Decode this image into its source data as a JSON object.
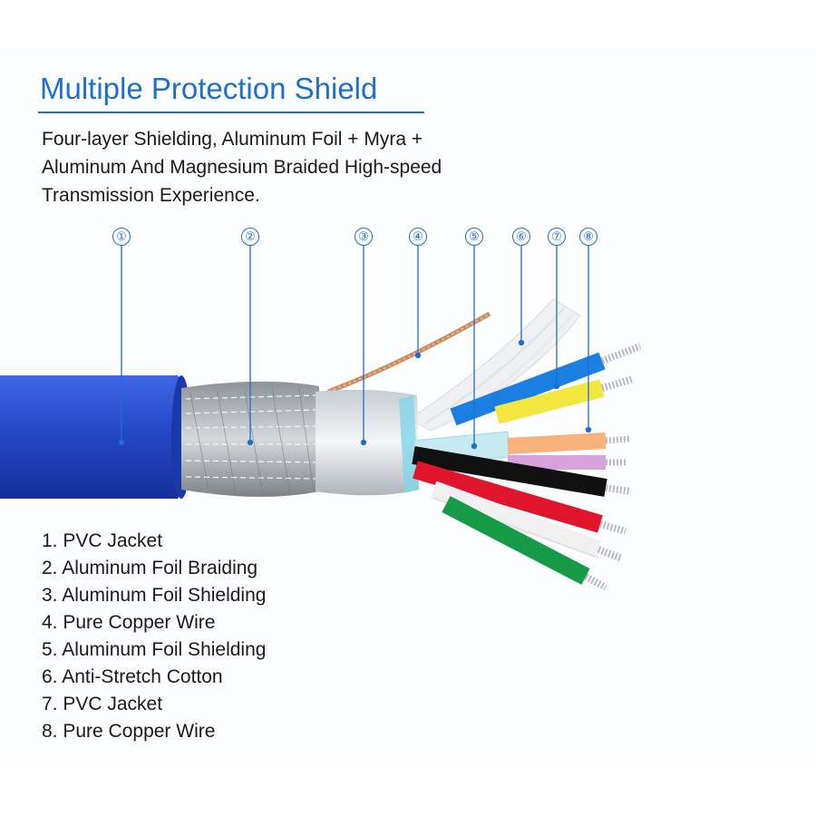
{
  "header": {
    "title": "Multiple Protection Shield",
    "subtitle_lines": [
      "Four-layer Shielding, Aluminum Foil + Myra +",
      "Aluminum And Magnesium Braided High-speed",
      "Transmission Experience."
    ]
  },
  "callouts": [
    {
      "marker": "①"
    },
    {
      "marker": "②"
    },
    {
      "marker": "③"
    },
    {
      "marker": "④"
    },
    {
      "marker": "⑤"
    },
    {
      "marker": "⑥"
    },
    {
      "marker": "⑦"
    },
    {
      "marker": "⑧"
    }
  ],
  "legend": [
    "1. PVC Jacket",
    "2. Aluminum Foil Braiding",
    "3. Aluminum Foil Shielding",
    "4. Pure Copper Wire",
    "5. Aluminum Foil Shielding",
    "6. Anti-Stretch Cotton",
    "7. PVC Jacket",
    "8. Pure Copper Wire"
  ],
  "colors": {
    "accent": "#1d6fd0",
    "jacket_blue": "#2548c8",
    "braid_silver": "#bcc0c4",
    "foil": "#e2e6ea",
    "copper": "#c98a5c",
    "wire_blue": "#1a7fe0",
    "wire_yellow": "#f2e73e",
    "wire_orange": "#f6b27a",
    "wire_purple": "#d8a2dd",
    "wire_black": "#111111",
    "wire_red": "#e0142b",
    "wire_white": "#f0f0f0",
    "wire_green": "#159a47"
  }
}
